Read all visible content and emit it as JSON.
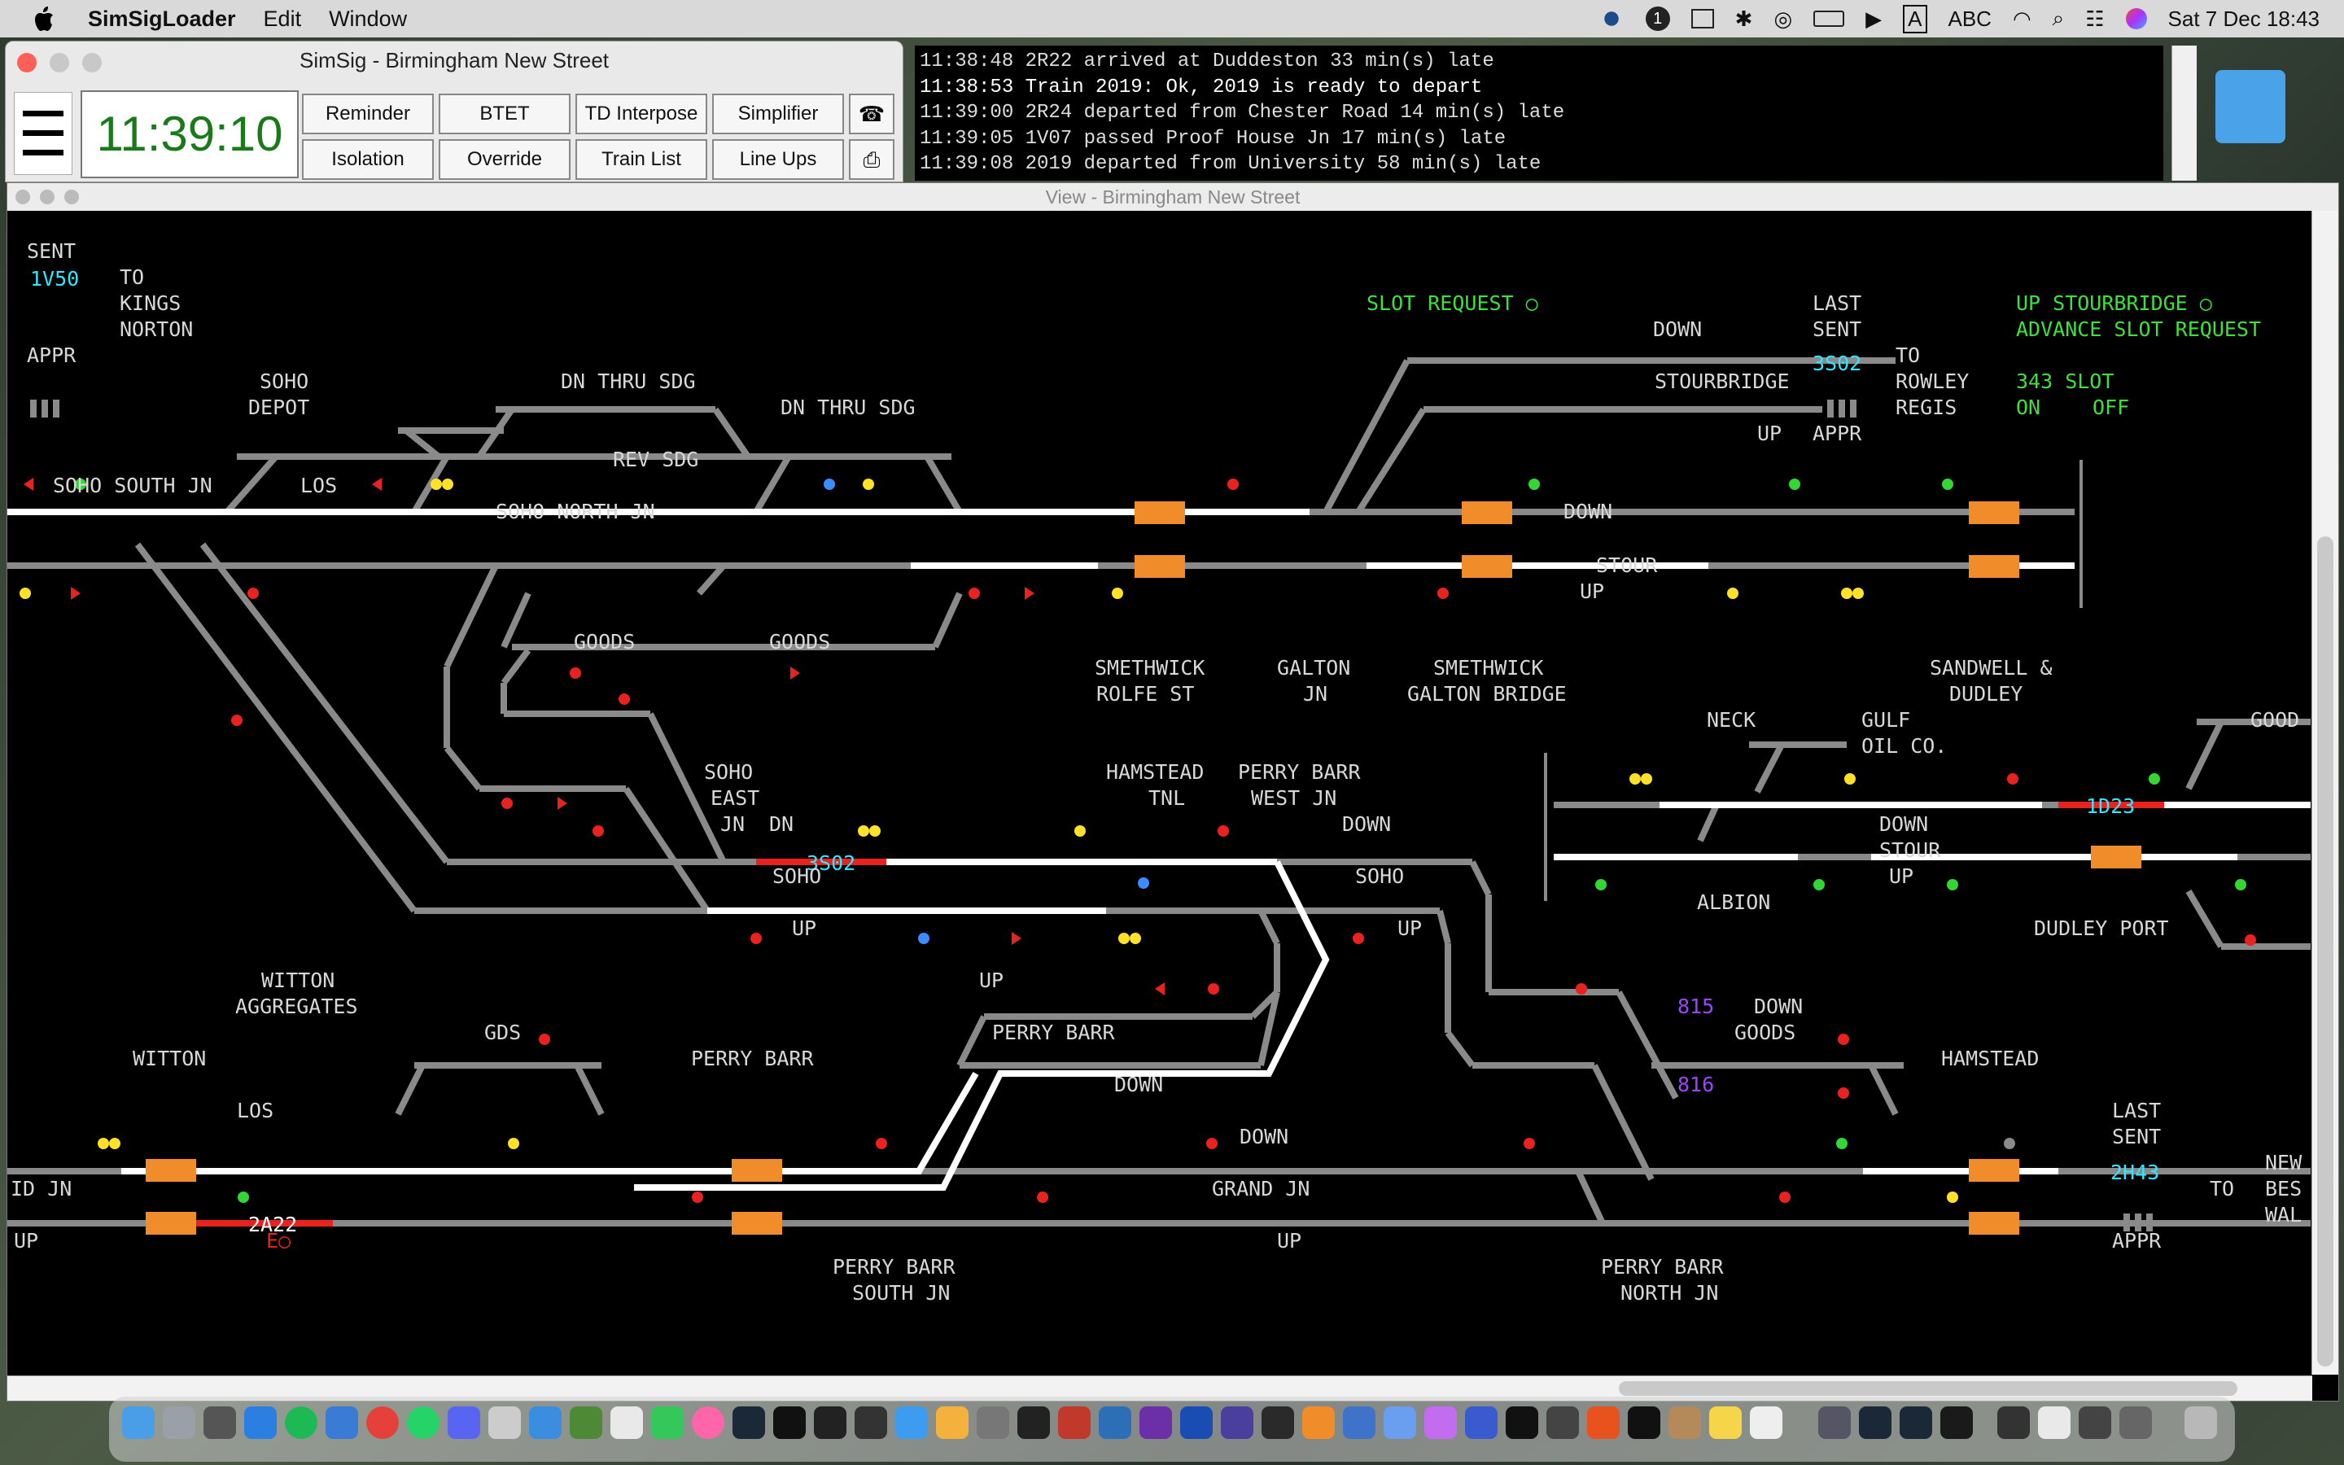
{
  "menubar": {
    "app_name": "SimSigLoader",
    "menus": [
      "Edit",
      "Window"
    ],
    "status_letter": "A",
    "input_source": "ABC",
    "notification_count": "1",
    "datetime": "Sat 7 Dec  18:43"
  },
  "control_window": {
    "title": "SimSig - Birmingham New Street",
    "clock": "11:39:10",
    "buttons": [
      "Reminder",
      "BTET",
      "TD Interpose",
      "Simplifier",
      "Isolation",
      "Override",
      "Train List",
      "Line Ups"
    ],
    "phone_icon": "telephone-icon",
    "print_icon": "printer-icon"
  },
  "message_log": {
    "lines": [
      "11:38:48 2R22 arrived at Duddeston 33 min(s) late",
      "11:38:53 Train 2019: Ok, 2019 is ready to depart",
      "11:39:00 2R24 departed from Chester Road 14 min(s) late",
      "11:39:05 1V07 passed Proof House Jn 17 min(s) late",
      "11:39:08 2019 departed from University 58 min(s) late"
    ]
  },
  "view_window": {
    "title": "View - Birmingham New Street"
  },
  "board": {
    "labels": {
      "sent": "SENT",
      "to_kings_norton": [
        "TO",
        "KINGS",
        "NORTON"
      ],
      "appr_tl": "APPR",
      "soho_depot": [
        "SOHO",
        "DEPOT"
      ],
      "dn_thru_sdg_1": "DN THRU SDG",
      "dn_thru_sdg_2": "DN THRU SDG",
      "rev_sdg": "REV SDG",
      "soho_south_jn": "SOHO SOUTH JN",
      "los_1": "LOS",
      "soho_north_jn": "SOHO NORTH JN",
      "goods_1": "GOODS",
      "goods_2": "GOODS",
      "smethwick_rolfe": [
        "SMETHWICK",
        "ROLFE ST"
      ],
      "galton_jn": [
        "GALTON",
        "JN"
      ],
      "smethwick_galton": [
        "SMETHWICK",
        "GALTON BRIDGE"
      ],
      "slot_request": "SLOT REQUEST ○",
      "down_1": "DOWN",
      "last_sent_1": [
        "LAST",
        "SENT"
      ],
      "to_rowley": [
        "TO",
        "ROWLEY",
        "REGIS"
      ],
      "stourbridge": "STOURBRIDGE",
      "up_1": "UP",
      "appr_1": "APPR",
      "up_stourbridge": "UP STOURBRIDGE ○",
      "advance_slot": "ADVANCE SLOT REQUEST",
      "slot_343": "343 SLOT",
      "on": "ON",
      "off": "OFF",
      "down_2": "DOWN",
      "stour_1": "STOUR",
      "up_2": "UP",
      "sandwell": [
        "SANDWELL &",
        "DUDLEY"
      ],
      "neck": "NECK",
      "gulf": [
        "GULF",
        "OIL CO."
      ],
      "good_r": "GOOD",
      "soho_east_jn": [
        "SOHO",
        "EAST",
        "JN"
      ],
      "hamstead_tnl": [
        "HAMSTEAD",
        "TNL"
      ],
      "perry_barr_west": [
        "PERRY BARR",
        "WEST JN"
      ],
      "dn_3": "DN",
      "down_3": "DOWN",
      "soho_1": "SOHO",
      "soho_2": "SOHO",
      "up_3": "UP",
      "up_4": "UP",
      "down_4": "DOWN",
      "stour_2": "STOUR",
      "up_5": "UP",
      "albion": "ALBION",
      "dudley_port": "DUDLEY PORT",
      "witton_aggregates": [
        "WITTON",
        "AGGREGATES"
      ],
      "gds": "GDS",
      "up_6": "UP",
      "perry_barr_1": "PERRY BARR",
      "perry_barr_2": "PERRY BARR",
      "witton": "WITTON",
      "los_2": "LOS",
      "down_5": "DOWN",
      "down_6": "DOWN",
      "n815": "815",
      "down_goods": [
        "DOWN",
        "GOODS"
      ],
      "n816": "816",
      "hamstead": "HAMSTEAD",
      "last_sent_2": [
        "LAST",
        "SENT"
      ],
      "to_new": [
        "TO",
        "NEW",
        "BES",
        "WAL"
      ],
      "id_jn": "ID JN",
      "grand_jn": "GRAND JN",
      "up_7": "UP",
      "up_8": "UP",
      "e_marker": "E○",
      "appr_2": "APPR",
      "perry_barr_south": [
        "PERRY BARR",
        "SOUTH JN"
      ],
      "perry_barr_north": [
        "PERRY BARR",
        "NORTH JN"
      ]
    },
    "train_ids": {
      "t1v50": "1V50",
      "t3s02_top": "3S02",
      "t3s02_mid": "3S02",
      "t1d23": "1D23",
      "t2h43": "2H43",
      "t2a22": "2A22"
    }
  },
  "colors": {
    "track_unoccupied": "#8a8a8a",
    "track_route_set": "#ffffff",
    "track_occupied": "#e8221f",
    "signal_red": "#e8221f",
    "signal_yellow": "#ffe12a",
    "signal_green": "#33d633",
    "berth_id": "#33e6ff",
    "label_green": "#3ee03e",
    "platform_orange": "#f08c2a",
    "label_text": "#d8d8d8",
    "berth_purple": "#9b45ff"
  }
}
